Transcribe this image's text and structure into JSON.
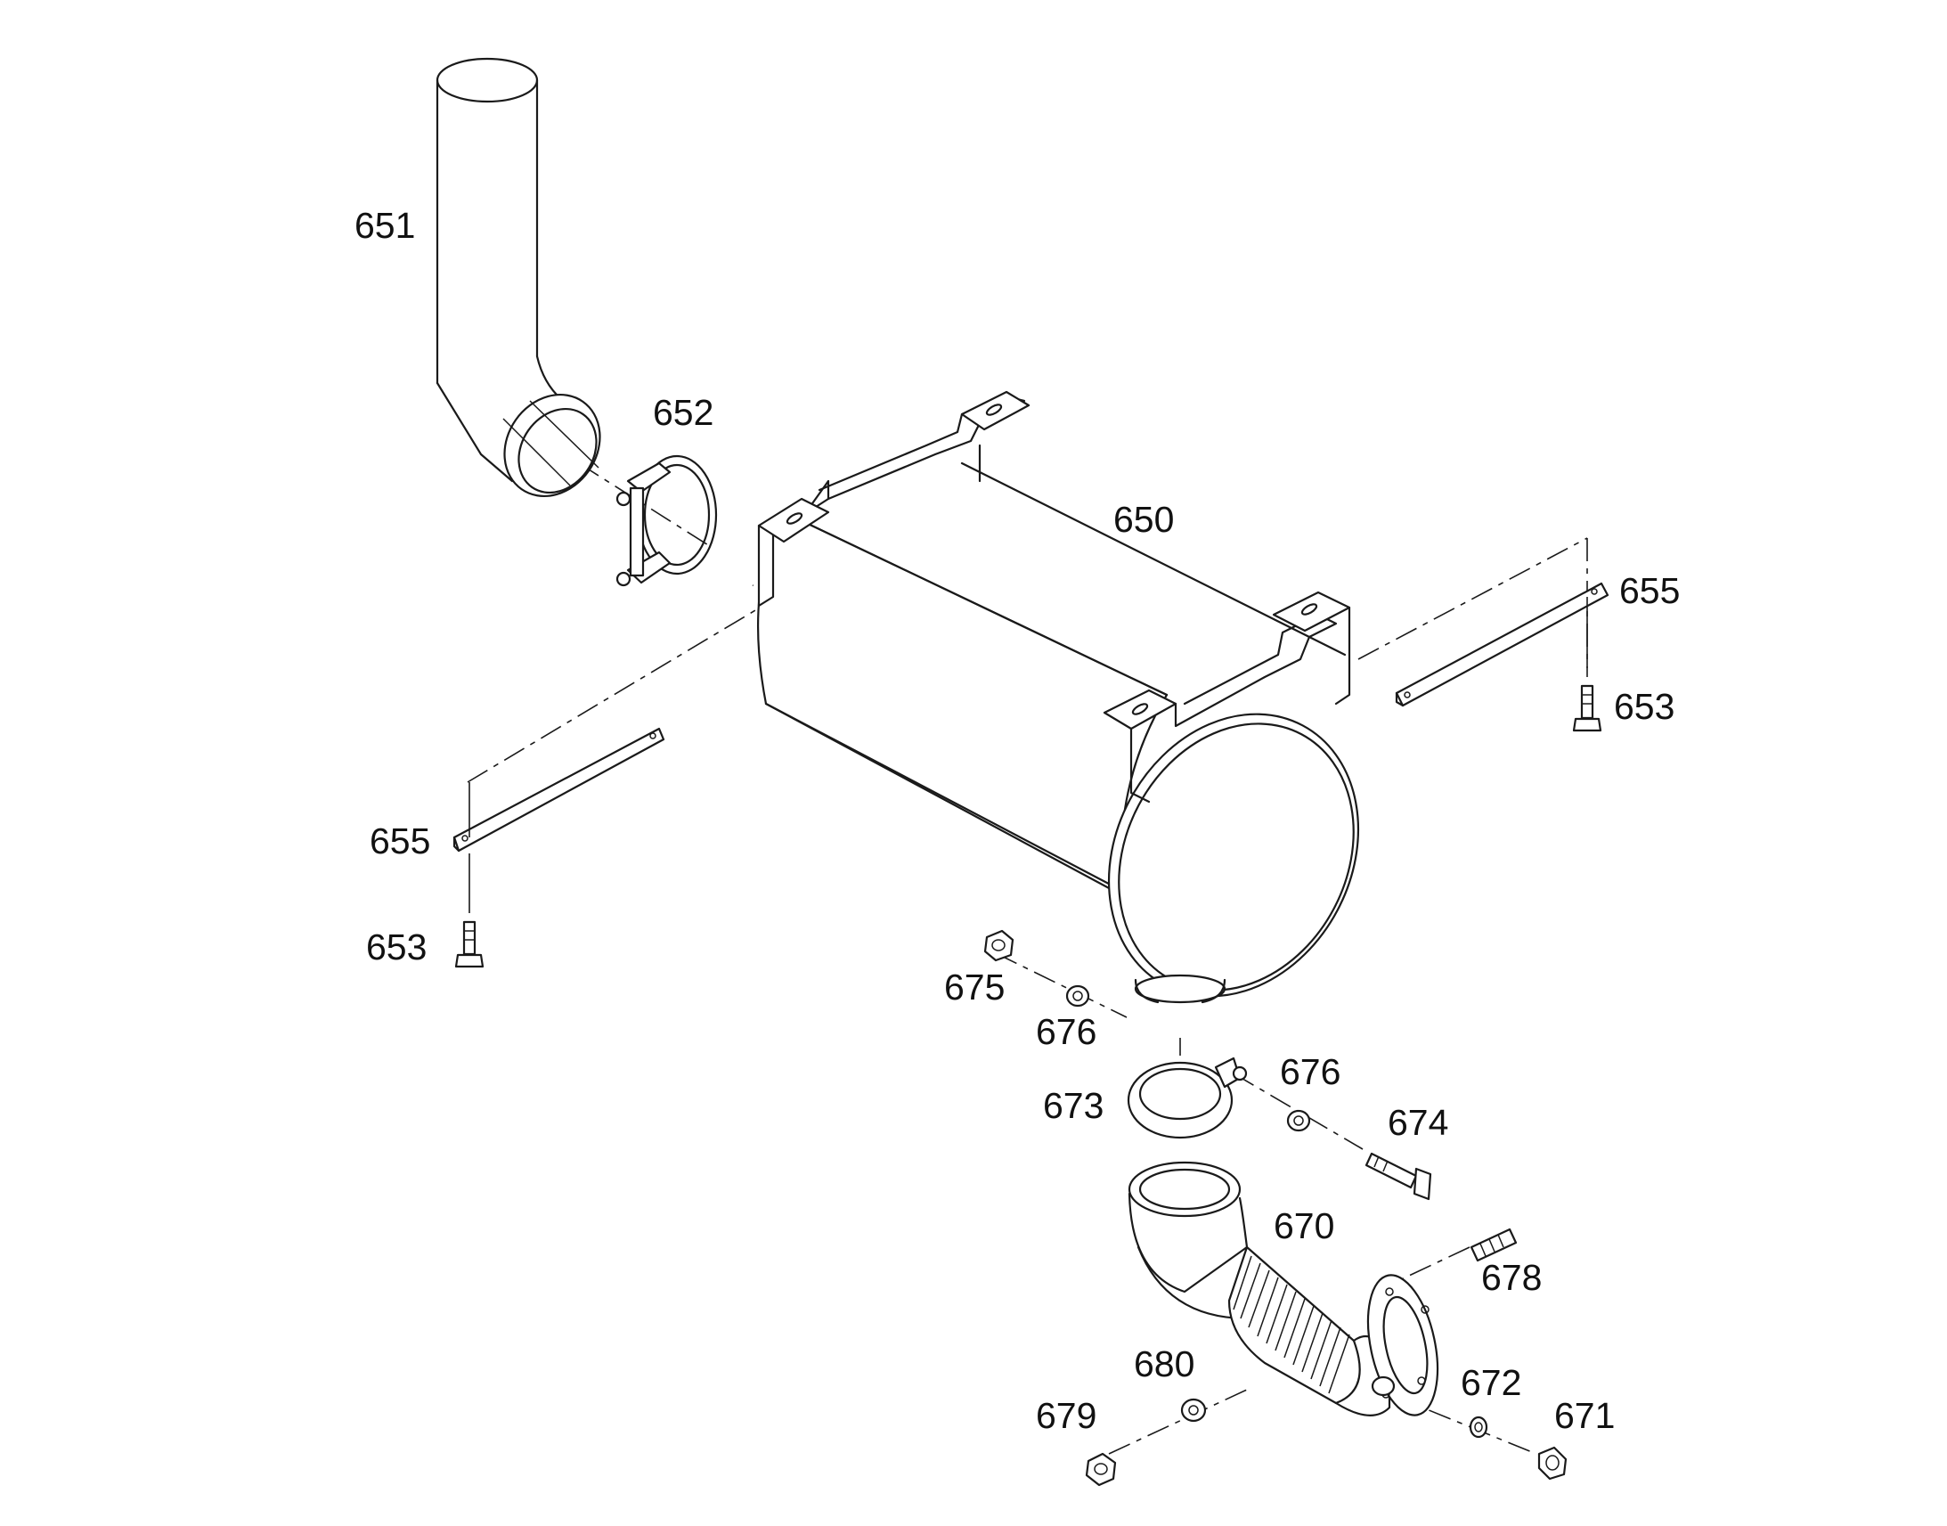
{
  "callouts": {
    "c650": "650",
    "c651": "651",
    "c652": "652",
    "c653_right": "653",
    "c653_left": "653",
    "c655_right": "655",
    "c655_left": "655",
    "c670": "670",
    "c671": "671",
    "c672": "672",
    "c673": "673",
    "c674": "674",
    "c675": "675",
    "c676_top": "676",
    "c676_right": "676",
    "c678": "678",
    "c679": "679",
    "c680": "680"
  }
}
